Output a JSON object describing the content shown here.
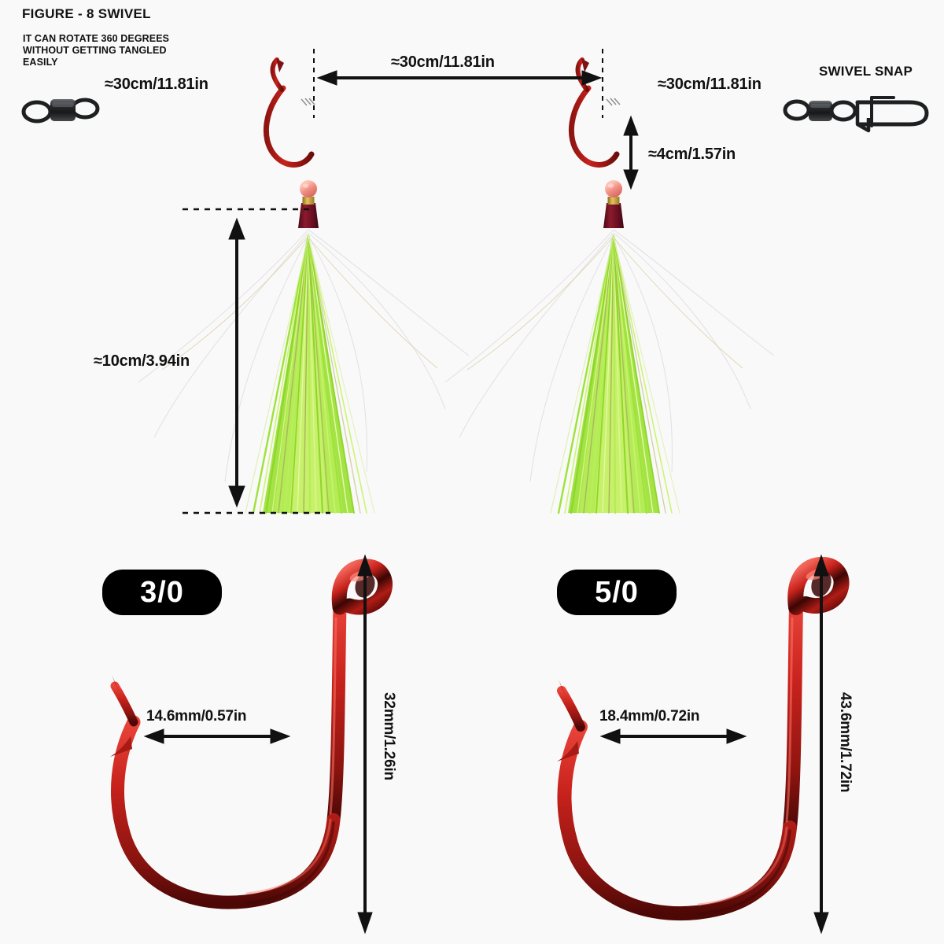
{
  "page": {
    "background_color": "#f9f9f9",
    "ink_color": "#111111"
  },
  "header": {
    "title": "FIGURE - 8 SWIVEL",
    "subtitle": "IT CAN ROTATE 360 DEGREES\nWITHOUT GETTING TANGLED\nEASILY"
  },
  "rig_diagram": {
    "labels": {
      "left_segment": "≈30cm/11.81in",
      "center_segment": "≈30cm/11.81in",
      "right_segment": "≈30cm/11.81in",
      "dropper_drop": "≈4cm/1.57in",
      "teaser_length": "≈10cm/3.94in",
      "swivel_snap": "SWIVEL SNAP"
    },
    "components": {
      "barrel_swivel": "figure-8-barrel-swivel",
      "snap_clip": "coastlock-snap",
      "bead_color": "#f08a80",
      "collar_color": "#c9a23a",
      "thread_wrap_color": "#7d1226",
      "flash_color": "#8ee02a",
      "flash_color_light": "#c9f26d",
      "line_color": "#9a9a9a"
    }
  },
  "hooks": [
    {
      "size_badge": "3/0",
      "gap_label": "14.6mm/0.57in",
      "length_label": "32mm/1.26in",
      "hook_color": "#c8221c"
    },
    {
      "size_badge": "5/0",
      "gap_label": "18.4mm/0.72in",
      "length_label": "43.6mm/1.72in",
      "hook_color": "#c8221c"
    }
  ]
}
